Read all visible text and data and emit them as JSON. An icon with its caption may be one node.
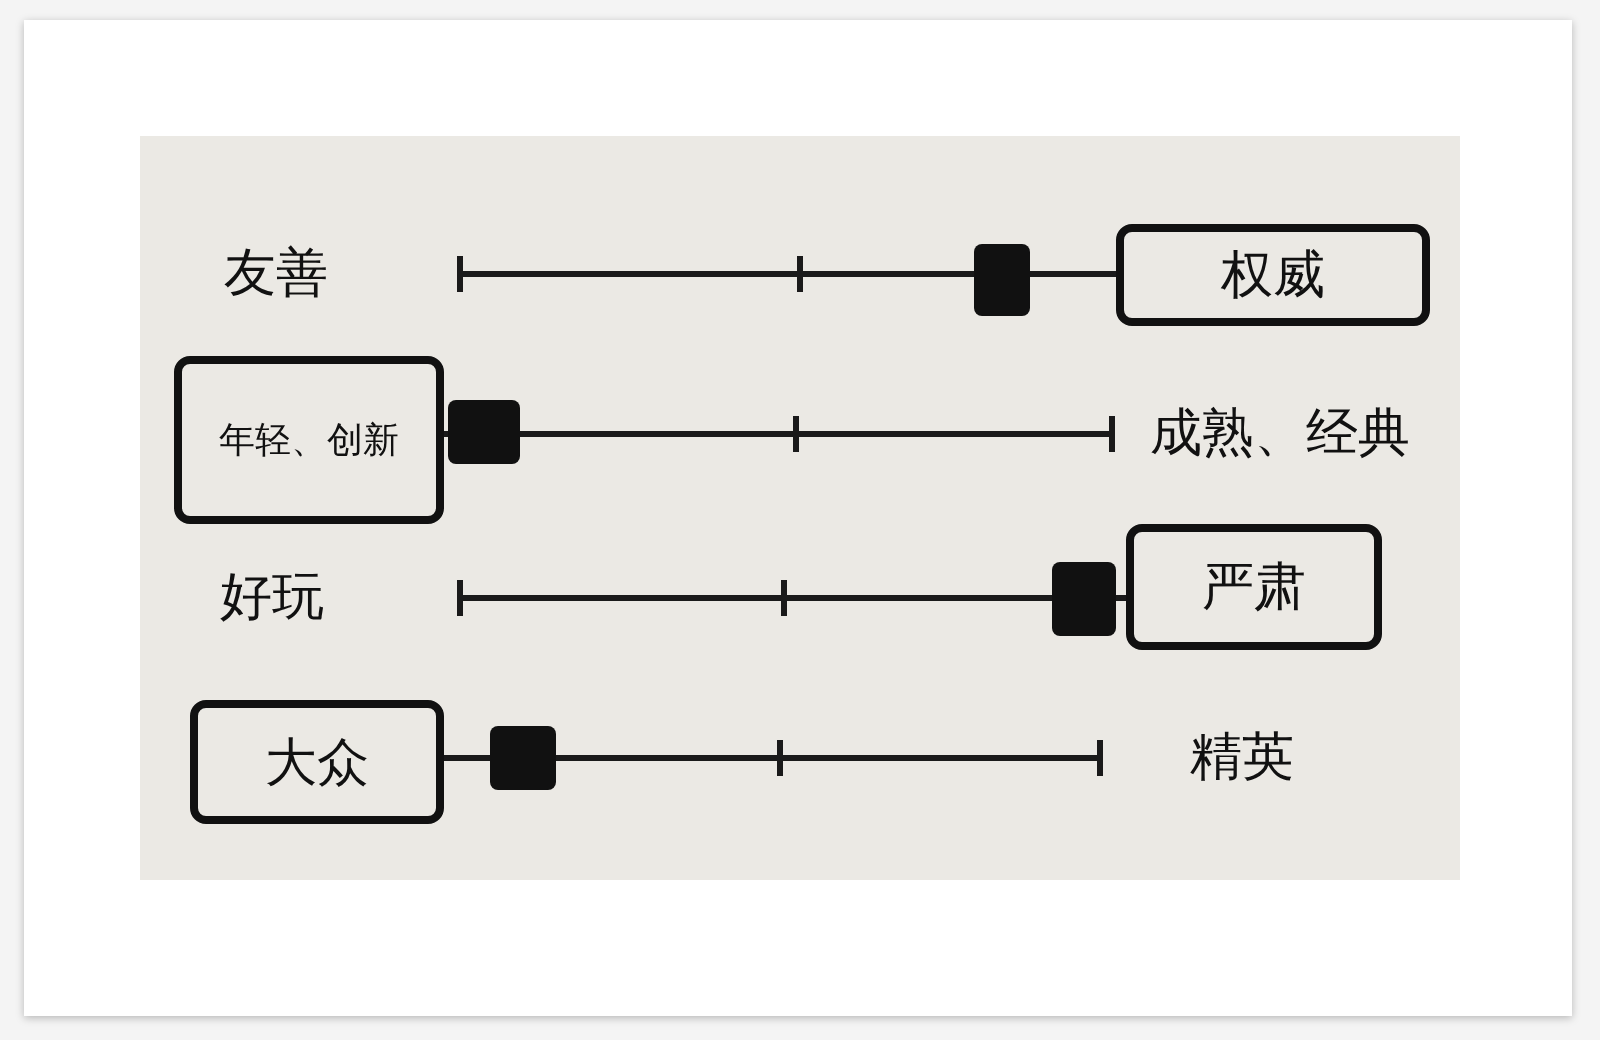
{
  "diagram": {
    "nodes": [
      {
        "text": [
          "权威"
        ]
      },
      {
        "text": [
          "年轻、创新"
        ]
      },
      {
        "text": [
          "严肃"
        ]
      },
      {
        "text": [
          "大众"
        ]
      }
    ],
    "labels": [
      "友善",
      "成熟、经典",
      "好玩",
      "精英"
    ]
  }
}
